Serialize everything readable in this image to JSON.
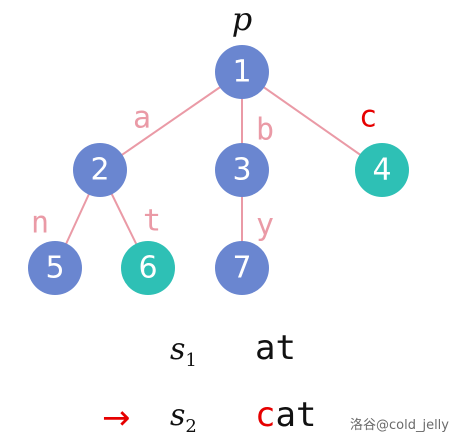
{
  "root_label": "p",
  "colors": {
    "node_normal": "#6a86d0",
    "node_end": "#2ec0b5",
    "edge": "#ea9aa6",
    "edge_label": "#ea9aa6",
    "highlight": "#e60000"
  },
  "nodes": [
    {
      "id": "1",
      "end": false
    },
    {
      "id": "2",
      "end": false
    },
    {
      "id": "3",
      "end": false
    },
    {
      "id": "4",
      "end": true
    },
    {
      "id": "5",
      "end": false
    },
    {
      "id": "6",
      "end": true
    },
    {
      "id": "7",
      "end": false
    }
  ],
  "edges": [
    {
      "from": "1",
      "to": "2",
      "label": "a",
      "highlight": false
    },
    {
      "from": "1",
      "to": "3",
      "label": "b",
      "highlight": false
    },
    {
      "from": "1",
      "to": "4",
      "label": "c",
      "highlight": true
    },
    {
      "from": "2",
      "to": "5",
      "label": "n",
      "highlight": false
    },
    {
      "from": "2",
      "to": "6",
      "label": "t",
      "highlight": false
    },
    {
      "from": "3",
      "to": "7",
      "label": "y",
      "highlight": false
    }
  ],
  "strings": [
    {
      "name": "s",
      "sub": "1",
      "prefix": "",
      "rest": "at",
      "arrow": ""
    },
    {
      "name": "s",
      "sub": "2",
      "prefix": "c",
      "rest": "at",
      "arrow": "→"
    }
  ],
  "watermark": "洛谷@cold_jelly"
}
